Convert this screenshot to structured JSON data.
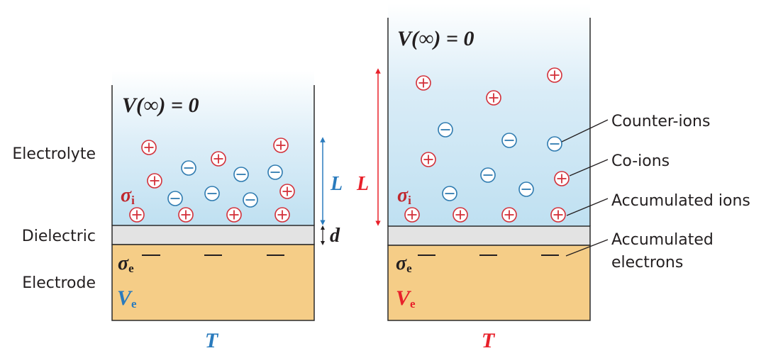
{
  "layer_labels": {
    "electrolyte": "Electrolyte",
    "dielectric": "Dielectric",
    "electrode": "Electrode"
  },
  "panels": [
    {
      "id": "left",
      "boundary_condition": "V(∞) = 0",
      "ion_charge_symbol": "σ",
      "ion_charge_sub": "i",
      "electron_charge_symbol": "σ",
      "electron_charge_sub": "e",
      "electrode_potential_symbol": "V",
      "electrode_potential_sub": "e",
      "length_symbol": "L",
      "thickness_symbol": "d",
      "temperature_symbol": "T",
      "accent_color": "#2a7bbd",
      "ions": [
        {
          "sign": "+",
          "kind": "co-ion"
        },
        {
          "sign": "+",
          "kind": "co-ion"
        },
        {
          "sign": "+",
          "kind": "co-ion"
        },
        {
          "sign": "-",
          "kind": "counter-ion"
        },
        {
          "sign": "-",
          "kind": "counter-ion"
        },
        {
          "sign": "-",
          "kind": "counter-ion"
        },
        {
          "sign": "+",
          "kind": "co-ion"
        },
        {
          "sign": "+",
          "kind": "co-ion"
        },
        {
          "sign": "-",
          "kind": "counter-ion"
        },
        {
          "sign": "-",
          "kind": "counter-ion"
        },
        {
          "sign": "-",
          "kind": "counter-ion"
        },
        {
          "sign": "+",
          "kind": "accumulated"
        },
        {
          "sign": "+",
          "kind": "accumulated"
        },
        {
          "sign": "+",
          "kind": "accumulated"
        },
        {
          "sign": "+",
          "kind": "accumulated"
        }
      ],
      "electrons": 3
    },
    {
      "id": "right",
      "boundary_condition": "V(∞) = 0",
      "ion_charge_symbol": "σ",
      "ion_charge_sub": "i",
      "electron_charge_symbol": "σ",
      "electron_charge_sub": "e",
      "electrode_potential_symbol": "V",
      "electrode_potential_sub": "e",
      "length_symbol": "L",
      "temperature_symbol": "T",
      "accent_color": "#e8202a",
      "ions": [
        {
          "sign": "+",
          "kind": "co-ion"
        },
        {
          "sign": "+",
          "kind": "co-ion"
        },
        {
          "sign": "+",
          "kind": "co-ion"
        },
        {
          "sign": "-",
          "kind": "counter-ion"
        },
        {
          "sign": "-",
          "kind": "counter-ion"
        },
        {
          "sign": "-",
          "kind": "counter-ion"
        },
        {
          "sign": "+",
          "kind": "co-ion"
        },
        {
          "sign": "-",
          "kind": "counter-ion"
        },
        {
          "sign": "+",
          "kind": "co-ion"
        },
        {
          "sign": "-",
          "kind": "counter-ion"
        },
        {
          "sign": "-",
          "kind": "counter-ion"
        },
        {
          "sign": "+",
          "kind": "accumulated"
        },
        {
          "sign": "+",
          "kind": "accumulated"
        },
        {
          "sign": "+",
          "kind": "accumulated"
        },
        {
          "sign": "+",
          "kind": "accumulated"
        }
      ],
      "electrons": 3
    }
  ],
  "callouts": {
    "counter_ions": "Counter-ions",
    "co_ions": "Co-ions",
    "accumulated_ions": "Accumulated ions",
    "accumulated_electrons_line1": "Accumulated",
    "accumulated_electrons_line2": "electrons"
  },
  "colors": {
    "electrolyte_top": "#ffffff",
    "electrolyte_bottom": "#bfe0f1",
    "dielectric": "#e3e3e3",
    "electrode": "#f5cd87",
    "cation": "#d3313a",
    "anion": "#2f7bb0",
    "outline": "#2a2a2a",
    "text": "#231f20"
  }
}
